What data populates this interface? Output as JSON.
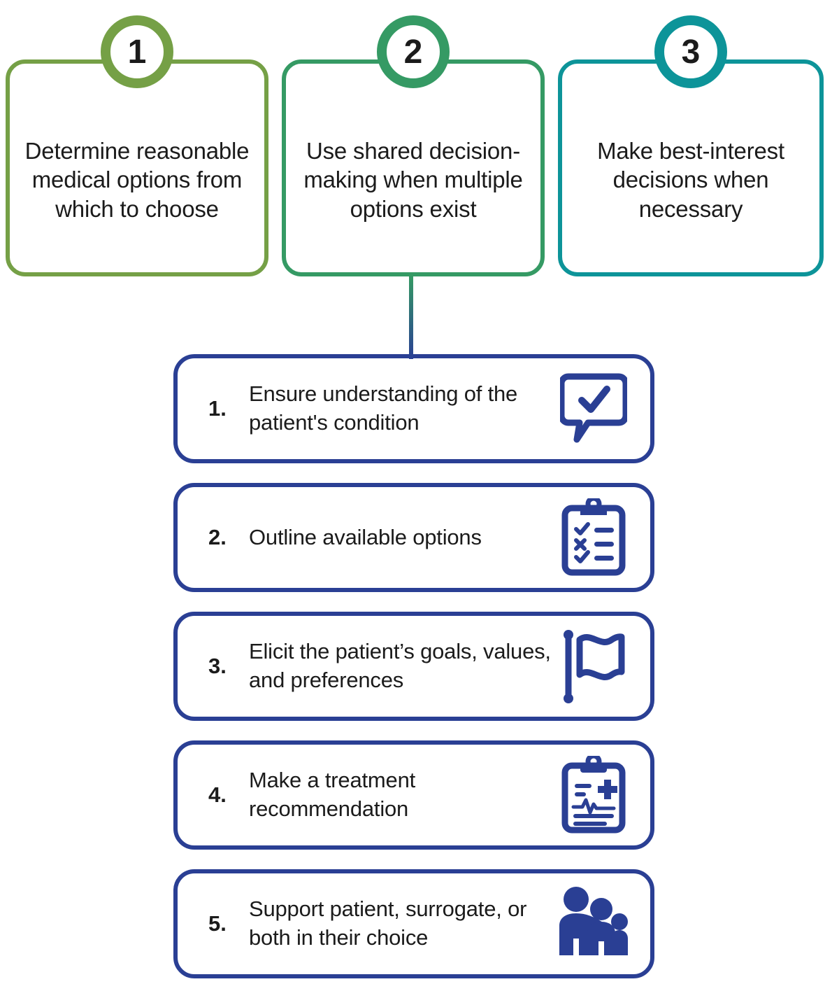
{
  "colors": {
    "step1": "#75a046",
    "step2": "#359a64",
    "step3": "#0d9499",
    "list_blue": "#2a3f94",
    "text": "#1b1b1b",
    "background": "#ffffff"
  },
  "top_steps": [
    {
      "number": "1",
      "text": "Determine reasonable medical options from which to choose",
      "color": "#75a046"
    },
    {
      "number": "2",
      "text": "Use shared decision-making when multiple options exist",
      "color": "#359a64"
    },
    {
      "number": "3",
      "text": "Make best-interest decisions when necessary",
      "color": "#0d9499"
    }
  ],
  "sub_steps": [
    {
      "number": "1.",
      "text": "Ensure understanding of the patient's condition",
      "icon": "speech-bubble-check-icon"
    },
    {
      "number": "2.",
      "text": "Outline available options",
      "icon": "clipboard-checklist-icon"
    },
    {
      "number": "3.",
      "text": "Elicit the patient’s goals, values, and preferences",
      "icon": "flag-icon"
    },
    {
      "number": "4.",
      "text": "Make a treatment recommendation",
      "icon": "medical-clipboard-icon"
    },
    {
      "number": "5.",
      "text": "Support patient, surrogate, or both in their choice",
      "icon": "two-people-icon"
    }
  ]
}
